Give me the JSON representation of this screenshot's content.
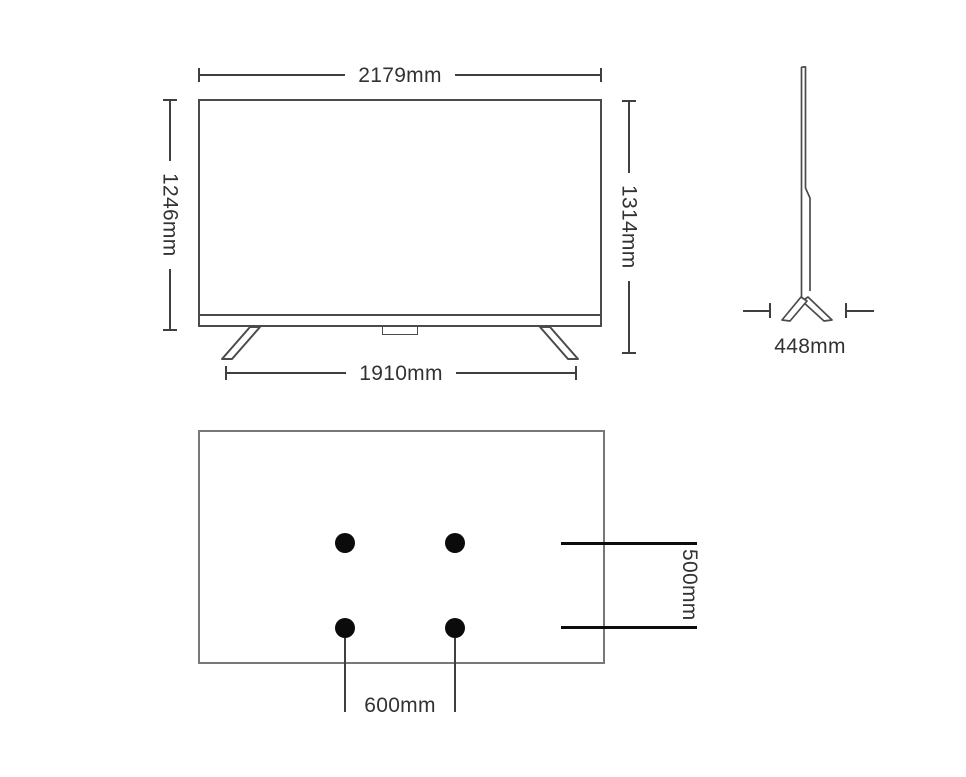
{
  "front_view": {
    "width_label": "2179mm",
    "screen_height_label": "1246mm",
    "overall_height_label": "1314mm",
    "stand_span_label": "1910mm"
  },
  "side_view": {
    "base_depth_label": "448mm"
  },
  "rear_view": {
    "mount_vertical_spacing_label": "500mm",
    "mount_horizontal_spacing_label": "600mm",
    "mount_hole_count": 4
  },
  "colors": {
    "background": "#ffffff",
    "outline_gray": "#4a4b4d",
    "rear_outline_gray": "#77787a",
    "dimension_line": "#3e3f41",
    "mount_hole_black": "#0b0b0b",
    "label_text": "#323234"
  }
}
